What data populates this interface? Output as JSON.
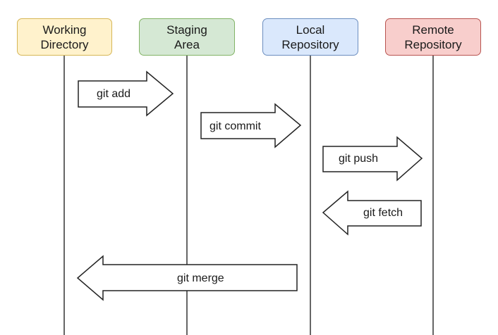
{
  "columns": [
    {
      "line1": "Working",
      "line2": "Directory",
      "fill": "#fff2cc",
      "stroke": "#d6b656"
    },
    {
      "line1": "Staging",
      "line2": "Area",
      "fill": "#d5e8d4",
      "stroke": "#82b366"
    },
    {
      "line1": "Local",
      "line2": "Repository",
      "fill": "#dae8fc",
      "stroke": "#6c8ebf"
    },
    {
      "line1": "Remote",
      "line2": "Repository",
      "fill": "#f8cecc",
      "stroke": "#b85450"
    }
  ],
  "commands": {
    "git_add": "git add",
    "git_commit": "git commit",
    "git_push": "git push",
    "git_fetch": "git fetch",
    "git_merge": "git merge"
  },
  "colors": {
    "lifeline": "#333333",
    "arrow_fill": "#ffffff",
    "arrow_stroke": "#222222"
  }
}
